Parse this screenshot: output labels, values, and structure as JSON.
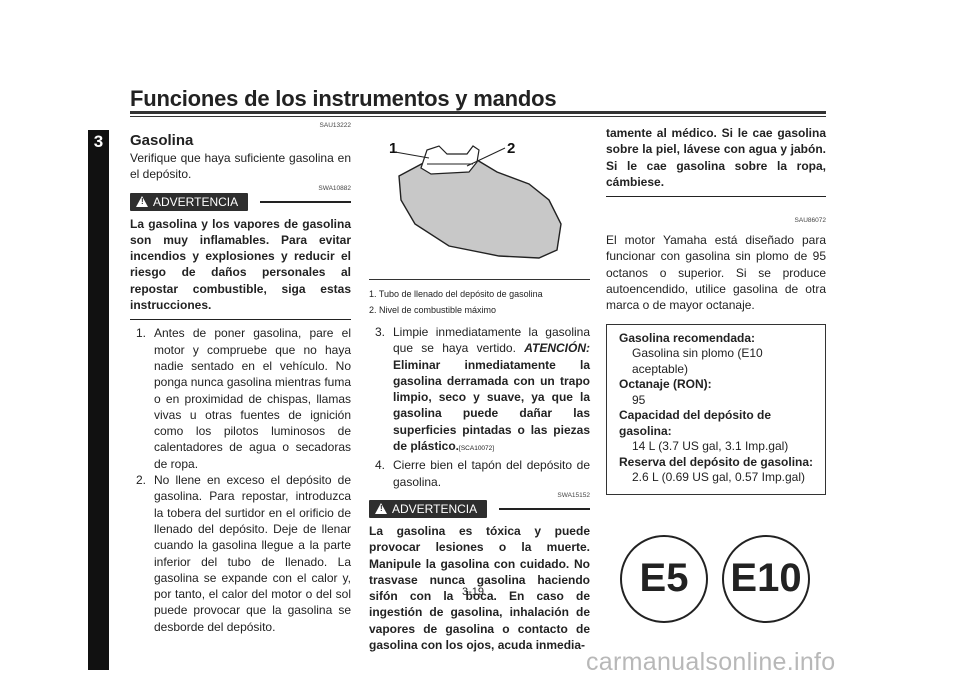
{
  "header": {
    "title": "Funciones de los instrumentos y mandos"
  },
  "chapter_tab": "3",
  "col1": {
    "code1": "SAU13222",
    "heading": "Gasolina",
    "intro": "Verifique que haya suficiente gasolina en el depósito.",
    "code2": "SWA10882",
    "warning_label": "ADVERTENCIA",
    "warning_text": "La gasolina y los vapores de gasolina son muy inflamables. Para evitar incendios y explosiones y reducir el riesgo de daños personales al repostar combustible, siga estas instrucciones.",
    "steps": [
      {
        "num": "1.",
        "text": "Antes de poner gasolina, pare el motor y compruebe que no haya nadie sentado en el vehículo. No ponga nunca gasolina mientras fuma o en proximidad de chispas, llamas vivas u otras fuentes de ignición como los pilotos luminosos de calentadores de agua o secadoras de ropa."
      },
      {
        "num": "2.",
        "text": "No llene en exceso el depósito de gasolina. Para repostar, introduzca la tobera del surtidor en el orificio de llenado del depósito. Deje de llenar cuando la gasolina llegue a la parte inferior del tubo de llenado. La gasolina se expande con el calor y, por tanto, el calor del motor o del sol puede provocar que la gasolina se desborde del depósito."
      }
    ]
  },
  "col2": {
    "figure_labels": [
      "1",
      "2"
    ],
    "captions": [
      "1.  Tubo de llenado del depósito de gasolina",
      "2.  Nivel de combustible máximo"
    ],
    "step3_num": "3.",
    "step3_text": "Limpie inmediatamente la gasolina que se haya vertido.",
    "step3_attention": "ATENCIÓN:",
    "step3_bold": "Eliminar inmediatamente la gasolina derramada con un trapo limpio, seco y suave, ya que la gasolina puede dañar las superficies pintadas o las piezas de plástico.",
    "step3_code": "[SCA10072]",
    "step4_num": "4.",
    "step4_text": "Cierre bien el tapón del depósito de gasolina.",
    "code": "SWA15152",
    "warning_label": "ADVERTENCIA",
    "warning_text": "La gasolina es tóxica y puede provocar lesiones o la muerte. Manipule la gasolina con cuidado. No trasvase nunca gasolina haciendo sifón con la boca. En caso de ingestión de gasolina, inhalación de vapores de gasolina o contacto de gasolina con los ojos, acuda inmedia-"
  },
  "col3": {
    "warning_cont": "tamente al médico. Si le cae gasolina sobre la piel, lávese con agua y jabón. Si le cae gasolina sobre la ropa, cámbiese.",
    "code": "SAU86072",
    "para": "El motor Yamaha está diseñado para funcionar con gasolina sin plomo de 95 octanos o superior. Si se produce autoencendido, utilice gasolina de otra marca o de mayor octanaje.",
    "spec": [
      {
        "label": "Gasolina recomendada:",
        "value": "Gasolina sin plomo (E10 aceptable)"
      },
      {
        "label": "Octanaje (RON):",
        "value": "95"
      },
      {
        "label": "Capacidad del depósito de gasolina:",
        "value": "14 L (3.7 US gal, 3.1 Imp.gal)"
      },
      {
        "label": "Reserva del depósito de gasolina:",
        "value": "2.6 L (0.69 US gal, 0.57 Imp.gal)"
      }
    ],
    "badges": [
      "E5",
      "E10"
    ]
  },
  "page_number": "3-19",
  "watermark": "carmanualsonline.info"
}
